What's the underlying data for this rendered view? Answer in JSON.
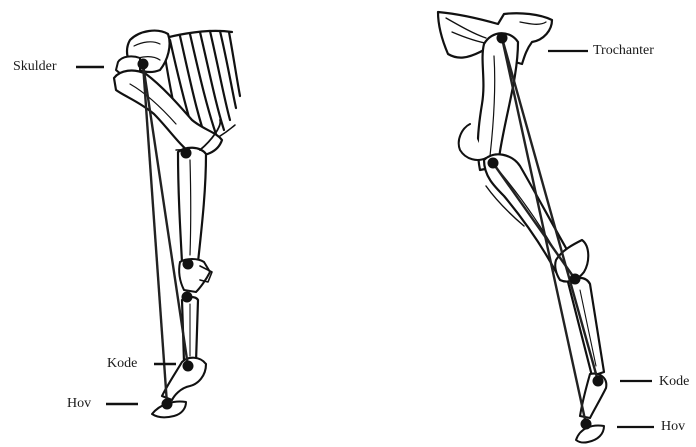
{
  "figure": {
    "left_panel": {
      "labels": {
        "shoulder": "Skulder",
        "fetlock": "Kode",
        "hoof": "Hov"
      }
    },
    "right_panel": {
      "labels": {
        "hip": "Trochanter",
        "fetlock": "Kode",
        "hoof": "Hov"
      }
    }
  },
  "colors": {
    "ink": "#111111",
    "background": "#ffffff"
  }
}
